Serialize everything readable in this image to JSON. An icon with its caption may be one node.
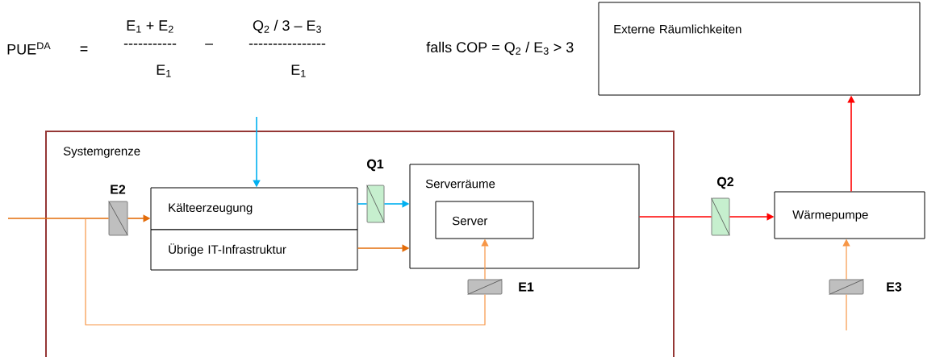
{
  "diagram": {
    "nodes": [
      {
        "text": [
          "Externe Räumlichkeiten"
        ]
      },
      {
        "text": [
          "Systemgrenze"
        ]
      },
      {
        "text": [
          "Kälteerzeugung"
        ],
        "in": 1
      },
      {
        "text": [
          "Übrige IT-Infrastruktur"
        ],
        "in": 1
      },
      {
        "text": [
          "Serverräume"
        ],
        "in": 1
      },
      {
        "text": [
          "Server"
        ],
        "in": 4
      },
      {
        "text": [
          "Wärmepumpe"
        ]
      },
      {
        "text": [],
        "shape": "box",
        "beside": [
          "E2"
        ],
        "in": 1
      },
      {
        "text": [],
        "shape": "box",
        "beside": [
          "Q1"
        ],
        "in": 1
      },
      {
        "text": [],
        "shape": "box",
        "beside": [
          "E1"
        ],
        "in": 1
      },
      {
        "text": [],
        "shape": "box",
        "beside": [
          "Q2"
        ]
      },
      {
        "text": [],
        "shape": "box",
        "beside": [
          "E3"
        ]
      }
    ],
    "edges": [
      {
        "from": null,
        "to": 7,
        "arrow": "none",
        "color": "#e36c0a"
      },
      {
        "from": 7,
        "to": 2,
        "arrow": "to",
        "color": "#e36c0a"
      },
      {
        "from": null,
        "to": 9,
        "arrow": "none",
        "color": "#f79646"
      },
      {
        "from": 9,
        "to": 5,
        "arrow": "to",
        "color": "#f79646"
      },
      {
        "from": null,
        "to": 2,
        "arrow": "to",
        "color": "#00b0f0"
      },
      {
        "from": 2,
        "to": 8,
        "arrow": "none",
        "color": "#00b0f0"
      },
      {
        "from": 8,
        "to": 4,
        "arrow": "to",
        "color": "#00b0f0"
      },
      {
        "from": 3,
        "to": 4,
        "arrow": "to",
        "color": "#e36c0a"
      },
      {
        "from": 4,
        "to": 10,
        "arrow": "none",
        "color": "#ff0000"
      },
      {
        "from": 10,
        "to": 6,
        "arrow": "to",
        "color": "#ff0000"
      },
      {
        "from": 6,
        "to": 0,
        "arrow": "to",
        "color": "#ff0000"
      },
      {
        "from": null,
        "to": 11,
        "arrow": "none",
        "color": "#f79646"
      },
      {
        "from": 11,
        "to": 6,
        "arrow": "to",
        "color": "#f79646"
      }
    ],
    "labels": [
      "PUE$^{DA}$",
      "=",
      "E$_{1}$ + E$_{2}$",
      "-----------",
      "E$_{1}$",
      "–",
      "Q$_{2}$ / 3 – E$_{3}$",
      "----------------",
      "E$_{1}$",
      "falls COP = Q$_{2}$ / E$_{3}$ > 3"
    ]
  }
}
